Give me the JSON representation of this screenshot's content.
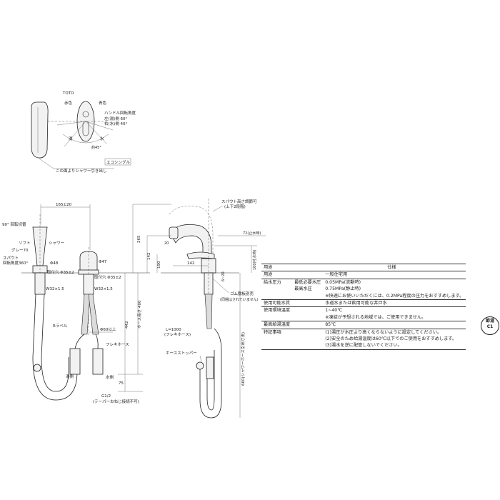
{
  "top_view": {
    "label_toto": "TOTO",
    "label_red": "赤色",
    "label_blue": "青色",
    "handle_rotation": "ハンドル回転角度",
    "left_hot": "左(湯)側 60°",
    "right_cold": "右(水)側 40°",
    "hot": "湯",
    "cold": "水",
    "angle": "約45°",
    "eco_single": "エコシングル",
    "shower_pull": "この面よりシャワー引き出し"
  },
  "front_view": {
    "dim_165": "165±20",
    "label_90": "90° 回転切替",
    "soft": "ソフト",
    "shower": "シャワー",
    "gray70": "グレー70",
    "spout": "スパウト",
    "spout_rot": "回転角度360°",
    "dia48": "Φ48",
    "dia47": "Φ47",
    "mount_hole1": "取付穴 Φ35±2",
    "mount_hole2": "取付穴 Φ35±2",
    "thread1": "W32×1.5",
    "thread2": "W32×1.5",
    "r_label": "Rラベル",
    "hot_water": "湯側",
    "flex_hose": "フレキホース",
    "cold_water": "水側",
    "dim_400": "ホース長さ 400",
    "dim_442": "442",
    "dim_75": "75",
    "dim_660": "Φ60以上",
    "g12": "G1/2",
    "taper_note": "(テーパーおねじ接続不可)"
  },
  "side_view": {
    "spout_adjust": "スパウト高さ調節可",
    "spout_adjust_sub": "(上下2段階)",
    "dim_265": "265",
    "dim_142v": "142",
    "dim_190": "190",
    "dim_142h": "142",
    "dim_20": "20",
    "dim_72": "72(止水時)",
    "dim_100": "100(吐水時)",
    "dim_6_20": "6~20",
    "rubber_pad": "ゴム敷板別売",
    "rubber_pad_sub": "(同梱はされていません)",
    "l1000": "L=1000",
    "flexhose": "(フレキホース)",
    "hose_stopper": "ホースストッパー",
    "dim_660": "660(シャワーホース引出寸法)"
  },
  "spec": {
    "header_use": "用途",
    "header_spec": "仕様",
    "rows": [
      {
        "k": "用途",
        "k2": "",
        "v": "一般住宅用"
      },
      {
        "k": "給水圧力",
        "k2": "最低必要水圧",
        "v": "0.05MPa(流動時)"
      },
      {
        "k": "",
        "k2": "最高水圧",
        "v": "0.75MPa(静止時)"
      },
      {
        "k": "",
        "k2": "",
        "v": "※快適にお使いいただくには、0.2MPa程度の圧力をおすすめします。"
      },
      {
        "k": "使用可能水質",
        "k2": "",
        "v": "水道水または飲用可能な井戸水"
      },
      {
        "k": "使用環境温度",
        "k2": "",
        "v": "1~40℃"
      },
      {
        "k": "",
        "k2": "",
        "v": "※凍結が予想される地域では、ご使用できません。"
      },
      {
        "k": "最高給湯温度",
        "k2": "",
        "v": "85℃"
      },
      {
        "k": "特記事項",
        "k2": "",
        "v": "(1)湯圧が水圧より高くならないように設定してください。"
      },
      {
        "k": "",
        "k2": "",
        "v": "(2)安全のため給湯温度は60℃以下でのご使用をおすすめします。"
      },
      {
        "k": "",
        "k2": "",
        "v": "(3)湯水を逆に配管しないでください。"
      }
    ]
  },
  "stamp": {
    "top": "節湯",
    "bottom": "C1"
  }
}
